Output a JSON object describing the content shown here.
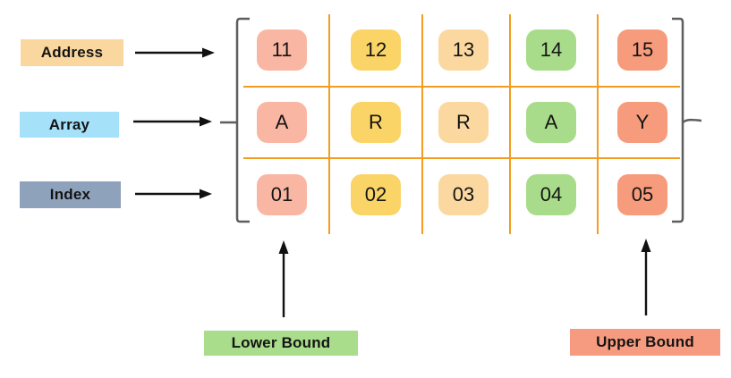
{
  "diagram": {
    "side_labels": [
      {
        "name": "Address",
        "bg": "#FBD7A0"
      },
      {
        "name": "Array",
        "bg": "#A6E1FA"
      },
      {
        "name": "Index",
        "bg": "#8FA2BC"
      }
    ],
    "array_table": {
      "address_row": [
        "11",
        "12",
        "13",
        "14",
        "15"
      ],
      "array_row": [
        "A",
        "R",
        "R",
        "A",
        "Y"
      ],
      "index_row": [
        "01",
        "02",
        "03",
        "04",
        "05"
      ],
      "column_colors": [
        "#F9B7A3",
        "#FBD468",
        "#FBD8A0",
        "#A8DC8A",
        "#F69B7B"
      ],
      "grid_line_color": "#F39C1F",
      "bracket_color": "#5E5E5E"
    },
    "bound_labels": [
      {
        "name": "Lower Bound",
        "bg": "#A9DC8B"
      },
      {
        "name": "Upper Bound",
        "bg": "#F69B80"
      }
    ],
    "arrow_color": "#111111"
  }
}
